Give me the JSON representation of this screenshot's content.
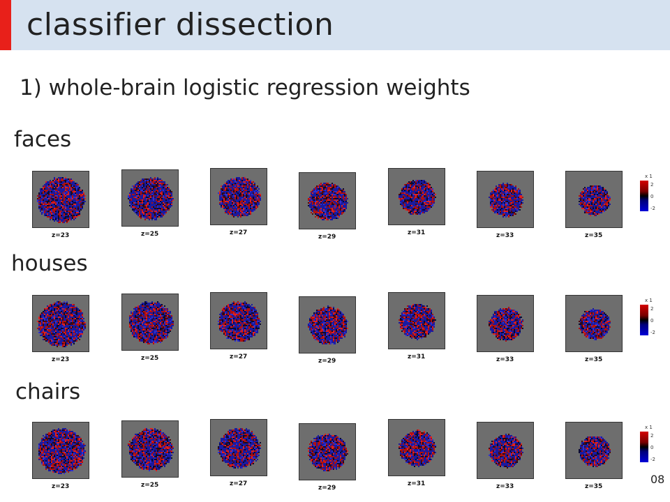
{
  "title": "classifier dissection",
  "subtitle": "1) whole-brain logistic regression weights",
  "colors": {
    "title_bar": "#d6e2f0",
    "accent": "#e8201a",
    "positive": "#d40000",
    "negative": "#0000d8",
    "background_panel": "#6e6e6e"
  },
  "slice_labels": [
    "z=23",
    "z=25",
    "z=27",
    "z=29",
    "z=31",
    "z=33",
    "z=35"
  ],
  "colorbar": {
    "multiplier": "x 1",
    "ticks": [
      "2",
      "0",
      "-2"
    ]
  },
  "rows": [
    {
      "label": "faces"
    },
    {
      "label": "houses"
    },
    {
      "label": "chairs"
    }
  ],
  "page_number": "08"
}
